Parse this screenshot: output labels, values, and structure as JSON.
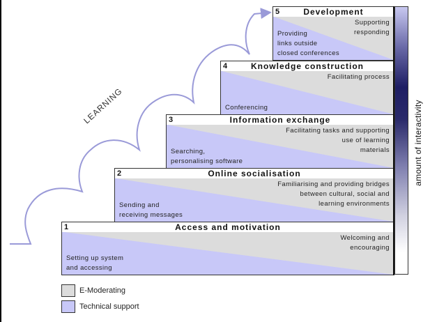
{
  "title_axis": "amount of interactivity",
  "learning_label": "LEARNING",
  "colors": {
    "e_moderating": "#dcdcdc",
    "technical_support": "#c8c8f8",
    "curve": "#9a9ad8"
  },
  "steps": [
    {
      "number": "1",
      "title": "Access and motivation",
      "e_moderating": "Welcoming and\nencouraging",
      "technical_support": "Setting up system\nand accessing"
    },
    {
      "number": "2",
      "title": "Online socialisation",
      "e_moderating": "Familiarising and providing bridges\nbetween cultural, social and\nlearning environments",
      "technical_support": "Sending and\nreceiving messages"
    },
    {
      "number": "3",
      "title": "Information exchange",
      "e_moderating": "Facilitating tasks and supporting\nuse of learning\nmaterials",
      "technical_support": "Searching,\npersonalising software"
    },
    {
      "number": "4",
      "title": "Knowledge construction",
      "e_moderating": "Facilitating process",
      "technical_support": "Conferencing"
    },
    {
      "number": "5",
      "title": "Development",
      "e_moderating": "Supporting\nresponding",
      "technical_support": "Providing\nlinks outside\nclosed conferences"
    }
  ],
  "legend": [
    {
      "label": "E-Moderating",
      "color": "#dcdcdc"
    },
    {
      "label": "Technical support",
      "color": "#c8c8f8"
    }
  ]
}
